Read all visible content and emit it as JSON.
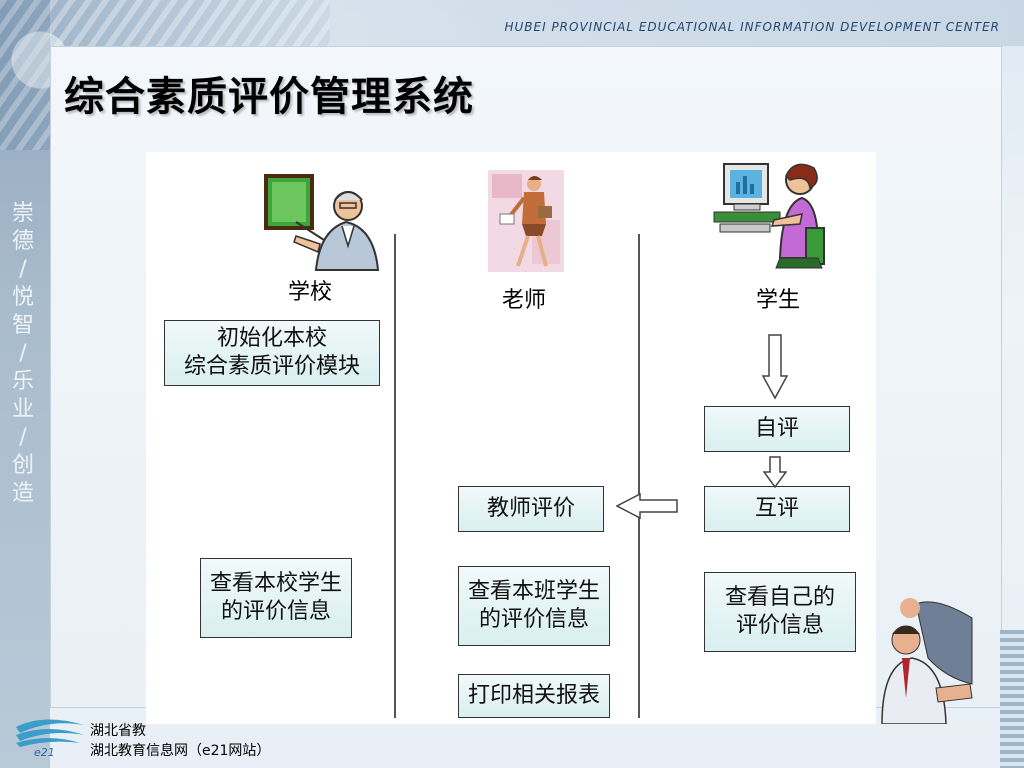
{
  "header": {
    "org_en": "HUBEI  PROVINCIAL  EDUCATIONAL  INFORMATION  DEVELOPMENT  CENTER"
  },
  "title": "综合素质评价管理系统",
  "motto": [
    "崇",
    "德",
    "/",
    "悦",
    "智",
    "/",
    "乐",
    "业",
    "/",
    "创",
    "造"
  ],
  "actors": {
    "school": "学校",
    "teacher": "老师",
    "student": "学生"
  },
  "boxes": {
    "school_init_line1": "初始化本校",
    "school_init_line2": "综合素质评价模块",
    "school_view_line1": "查看本校学生",
    "school_view_line2": "的评价信息",
    "teacher_eval": "教师评价",
    "teacher_view_line1": "查看本班学生",
    "teacher_view_line2": "的评价信息",
    "teacher_print": "打印相关报表",
    "student_self": "自评",
    "student_peer": "互评",
    "student_view_line1": "查看自己的",
    "student_view_line2": "评价信息"
  },
  "footer": {
    "line1": "湖北省教",
    "line2": "湖北教育信息网（e21网站）",
    "logo_text": "e21"
  },
  "colors": {
    "box_fill": "#dff1f1",
    "header_text": "#24466e",
    "strip": "#a9bccd"
  }
}
